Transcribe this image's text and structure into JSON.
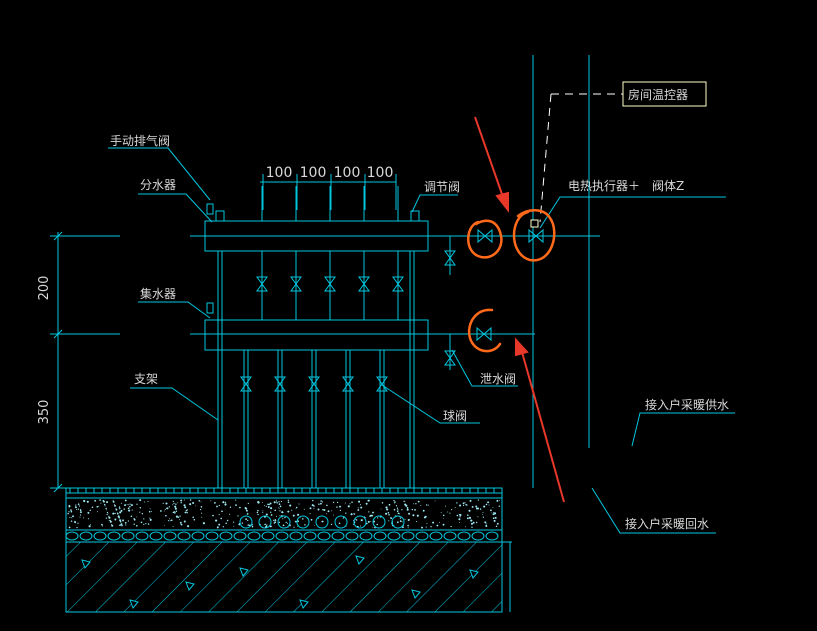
{
  "colors": {
    "background": "#000000",
    "line": "#00c8e0",
    "line_bright": "#00e5ff",
    "label": "#d8d8d8",
    "annotation_circle": "#ff6a1a",
    "arrow": "#e8382a",
    "leader": "#ffffff",
    "label_box": "#ffffcc"
  },
  "labels": {
    "manual_air_vent": "手动排气阀",
    "supply_manifold": "分水器",
    "return_manifold": "集水器",
    "bracket": "支架",
    "regulating_valve": "调节阀",
    "electrothermal_actuator": "电热执行器＋　阀体Z",
    "room_thermostat": "房间温控器",
    "drain_valve": "泄水阀",
    "ball_valve": "球阀",
    "household_supply": "接入户采暖供水",
    "household_return": "接入户采暖回水"
  },
  "dimensions": {
    "spacing": [
      "100",
      "100",
      "100",
      "100"
    ],
    "height_upper": "200",
    "height_lower": "350"
  }
}
